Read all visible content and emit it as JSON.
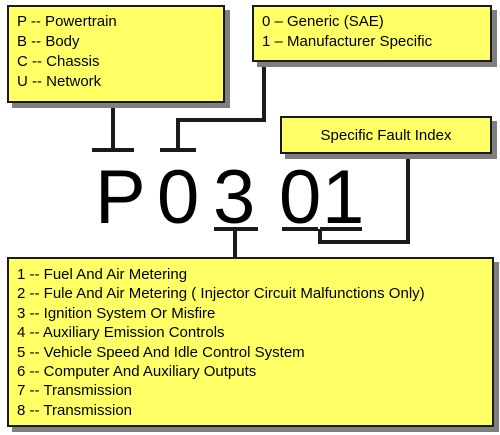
{
  "system_box": {
    "lines": [
      "P -- Powertrain",
      "B -- Body",
      "C -- Chassis",
      "U -- Network"
    ]
  },
  "code_type_box": {
    "lines": [
      "0 – Generic (SAE)",
      "1 – Manufacturer Specific"
    ]
  },
  "fault_index_box": {
    "label": "Specific Fault Index"
  },
  "code": {
    "chars": [
      "P",
      "0",
      "3",
      "0",
      "1"
    ]
  },
  "subsystem_box": {
    "lines": [
      "1 -- Fuel And Air Metering",
      "2 -- Fule And Air Metering ( Injector Circuit Malfunctions Only)",
      "3 -- Ignition System Or Misfire",
      "4 -- Auxiliary Emission Controls",
      "5 -- Vehicle Speed And Idle Control System",
      "6 -- Computer And Auxiliary Outputs",
      "7 -- Transmission",
      "8 -- Transmission"
    ]
  },
  "colors": {
    "box_fill": "#ffff66",
    "line": "#1a1a1a",
    "shadow": "#7f7f7f"
  }
}
